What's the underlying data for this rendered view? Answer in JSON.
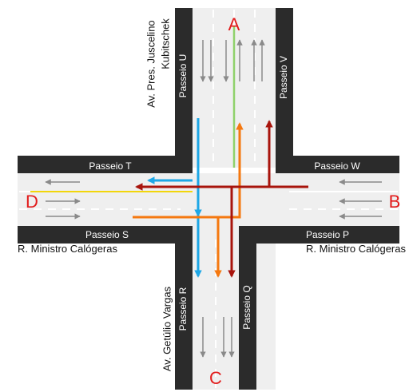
{
  "points": {
    "a": "A",
    "b": "B",
    "c": "C",
    "d": "D"
  },
  "sidewalks": {
    "u": "Passeio U",
    "v": "Passeio V",
    "t": "Passeio T",
    "w": "Passeio W",
    "s": "Passeio S",
    "p": "Passeio P",
    "r": "Passeio R",
    "q": "Passeio Q"
  },
  "streets": {
    "north_line1": "Av. Pres. Juscelino",
    "north_line2": "Kubitschek",
    "west": "R. Ministro Calógeras",
    "east": "R. Ministro Calógeras",
    "south": "Av. Getúlio Vargas"
  },
  "colors": {
    "sidewalk": "#2b2b2b",
    "road": "#efefef",
    "lane_arrow": "#8a8a8a",
    "point_label": "#e21b1b",
    "route_green": "#8fd16a",
    "route_yellow": "#f2d60b",
    "route_blue": "#1ea7e6",
    "route_orange": "#f5780f",
    "route_darkred": "#a8140c"
  },
  "routes": [
    "green",
    "yellow",
    "blue",
    "orange",
    "dark-red"
  ]
}
